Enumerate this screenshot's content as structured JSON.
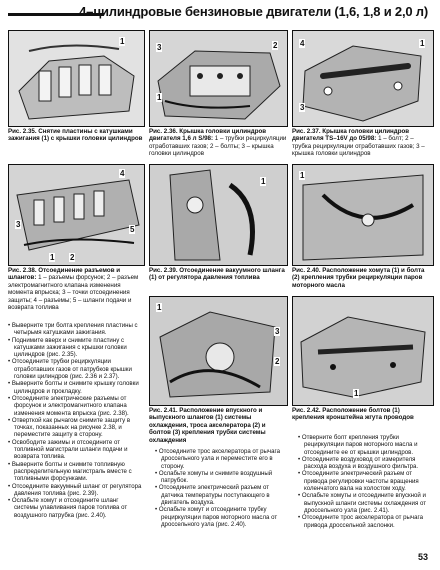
{
  "header": {
    "title": "4–цилиндровые бензиновые двигатели (1,6, 1,8 и 2,0 л)"
  },
  "figures": [
    {
      "caption_lead": "Рис. 2.35. Снятие пластины с катушками зажигания (1) с крышки головки цилиндров",
      "caption_rest": "",
      "callouts": [
        "1"
      ]
    },
    {
      "caption_lead": "Рис. 2.36. Крышка головки цилиндров двигателя 1,6 л S/98:",
      "caption_rest": "1 – трубки рециркуляции отработавших газов; 2 – болты; 3 – крышка головки цилиндров",
      "callouts": [
        "3",
        "1",
        "2"
      ]
    },
    {
      "caption_lead": "Рис. 2.37. Крышка головки цилиндров двигателя TS–16V до 05/98:",
      "caption_rest": "1 – болт; 2 – трубка рециркуляции отработавших газов; 3 – крышка головки цилиндров",
      "callouts": [
        "4",
        "1",
        "3"
      ]
    },
    {
      "caption_lead": "Рис. 2.38. Отсоединение разъемов и шлангов:",
      "caption_rest": "1 – разъемы форсунок; 2 – разъем электромагнитного клапана изменения момента впрыска; 3 – точки отсоединения защиты; 4 – разъемы; 5 – шланги подачи и возврата топлива",
      "callouts": [
        "1",
        "2",
        "3",
        "4",
        "5"
      ]
    },
    {
      "caption_lead": "Рис. 2.39. Отсоединение вакуумного шланга (1) от регулятора давления топлива",
      "caption_rest": "",
      "callouts": [
        "1"
      ]
    },
    {
      "caption_lead": "Рис. 2.40. Расположение хомута (1) и болта (2) крепления трубки рециркуляции паров моторного масла",
      "caption_rest": "",
      "callouts": [
        "1"
      ]
    },
    {
      "caption_lead": "Рис. 2.41. Расположение впускного и выпускного шлангов (1) системы охлаждения, троса акселератора (2) и болтов (3) крепления трубки системы охлаждения",
      "caption_rest": "",
      "callouts": [
        "1",
        "3",
        "2"
      ]
    },
    {
      "caption_lead": "Рис. 2.42. Расположение болтов (1) крепления кронштейна жгута проводов",
      "caption_rest": "",
      "callouts": [
        "1"
      ]
    }
  ],
  "left_text": [
    "• Выверните три болта крепления пластины с четырьмя катушками зажигания.",
    "• Поднимите вверх и снимите пластину с катушками зажигания с крышки головки цилиндров (рис. 2.35).",
    "• Отсоедините трубки рециркуляции отработавших газов от патрубков крышки головки цилиндров (рис. 2.36 и 2.37).",
    "• Выверните болты и снимите крышку головки цилиндров и прокладку.",
    "• Отсоедините электрические разъемы от форсунок и электромагнитного клапана изменения момента впрыска (рис. 2.38).",
    "• Отверткой как рычагом снимите защиту в точках, показанных на рисунке 2.38, и переместите защиту в сторону.",
    "• Освободите зажимы и отсоедините от топливной магистрали шланги подачи и возврата топлива.",
    "• Выверните болты и снимите топливную распределительную магистраль вместе с топливными форсунками.",
    "• Отсоедините вакуумный шланг от регулятора давления топлива (рис. 2.39).",
    "• Ослабьте хомут и отсоедините шланг системы улавливания паров топлива от воздушного патрубка (рис. 2.40)."
  ],
  "mid_text": [
    "• Отсоедините трос акселератора от рычага дроссельного узла и переместите его в сторону.",
    "• Ослабьте хомуты и снимите воздушный патрубок.",
    "• Отсоедините электрический разъем от датчика температуры поступающего в двигатель воздуха.",
    "• Ослабьте хомут и отсоедините трубку рециркуляции паров моторного масла от дроссельного узла (рис. 2.40)."
  ],
  "right_text": [
    "• Отверните болт крепления трубки рециркуляции паров моторного масла и отсоедините ее от крышки цилиндров.",
    "• Отсоедините воздуховод от измерителя расхода воздуха и воздушного фильтра.",
    "• Отсоедините электрический разъем от привода регулировки частоты вращения коленчатого вала на холостом ходу.",
    "• Ослабьте хомуты и отсоедините впускной и выпускной шланги системы охлаждения от дроссельного узла (рис. 2.41).",
    "• Отсоедините трос акселератора от рычага привода дроссельной заслонки."
  ],
  "page_number": "53"
}
